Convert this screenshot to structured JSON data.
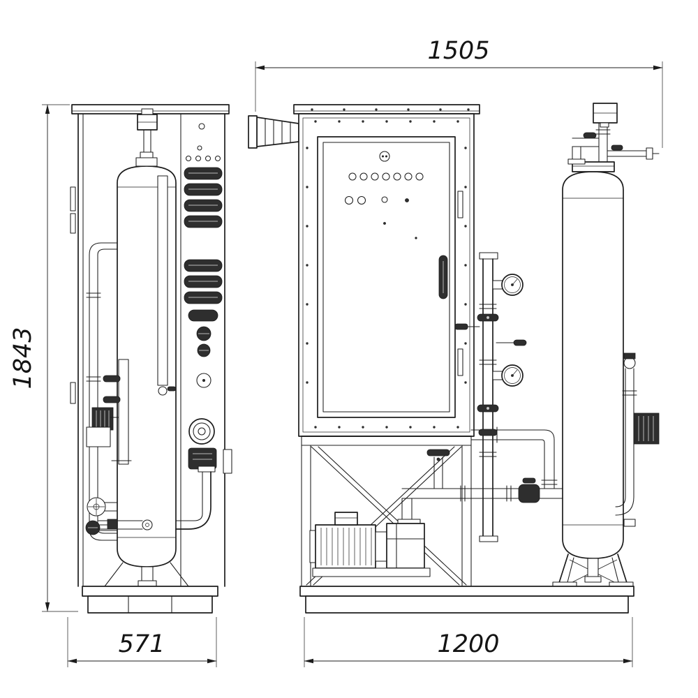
{
  "drawing": {
    "dimensions": {
      "width_top": "1505",
      "height_left": "1843",
      "width_bottom_left": "571",
      "width_bottom_right": "1200"
    },
    "colors": {
      "line": "#1c1c1c",
      "background": "#ffffff",
      "dark_fill": "#2e2e2e"
    }
  }
}
